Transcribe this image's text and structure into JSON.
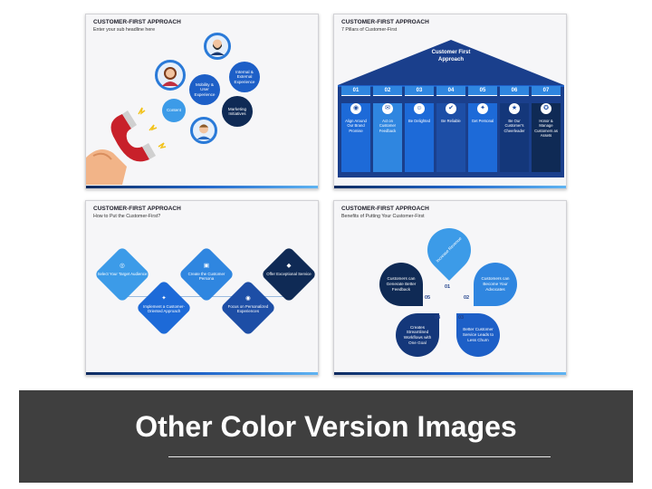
{
  "slides": {
    "s1": {
      "title": "CUSTOMER-FIRST APPROACH",
      "subtitle": "Enter your sub headline here",
      "circles": {
        "mobility": "Mobility & User Experience",
        "internal": "Internal & External Experience",
        "content": "Content",
        "marketing": "Marketing Initiatives"
      }
    },
    "s2": {
      "title": "CUSTOMER-FIRST APPROACH",
      "subtitle": "7 Pillars of Customer-First",
      "roof": "Customer First Approach",
      "pillars": [
        {
          "num": "01",
          "text": "Align Around Our Brand Promise"
        },
        {
          "num": "02",
          "text": "Act on Customer Feedback"
        },
        {
          "num": "03",
          "text": "Be Delighted"
        },
        {
          "num": "04",
          "text": "Be Reliable"
        },
        {
          "num": "05",
          "text": "Get Personal"
        },
        {
          "num": "06",
          "text": "Be Our Customer's Cheerleader"
        },
        {
          "num": "07",
          "text": "Honor & Manage Customers as Assets"
        }
      ]
    },
    "s3": {
      "title": "CUSTOMER-FIRST APPROACH",
      "subtitle": "How to Put the Customer-First?",
      "steps": [
        "Select Your Target Audience",
        "Implement a Customer-Oriented Approach",
        "Create the Customer Persona",
        "Focus on Personalized Experiences",
        "Offer Exceptional Service"
      ]
    },
    "s4": {
      "title": "CUSTOMER-FIRST APPROACH",
      "subtitle": "Benefits of Putting Your Customer-First",
      "petals": [
        {
          "num": "01",
          "text": "Increase Revenue"
        },
        {
          "num": "02",
          "text": "Customers can Become Your Advocates"
        },
        {
          "num": "03",
          "text": "Better Customer Service Leads to Less Churn"
        },
        {
          "num": "04",
          "text": "Creates Streamlined Workflows with One Goal"
        },
        {
          "num": "05",
          "text": "Customers can Generate Better Feedback"
        }
      ]
    }
  },
  "banner": {
    "title": "Other Color Version Images"
  },
  "colors": {
    "dark_navy": "#0f2a55",
    "royal_blue": "#1d5fc7",
    "sky_blue": "#3c9be8",
    "banner_bg": "#3f3f3f"
  }
}
